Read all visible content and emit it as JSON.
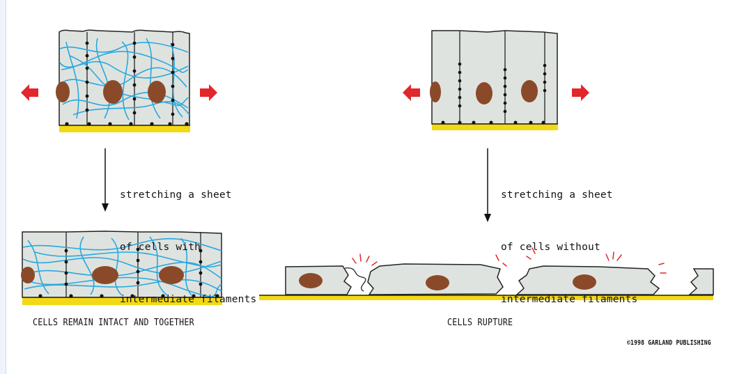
{
  "left_panel": {
    "description_lines": [
      "stretching a sheet",
      "of cells with",
      "intermediate filaments"
    ],
    "caption": "CELLS REMAIN INTACT AND TOGETHER"
  },
  "right_panel": {
    "description_lines": [
      "stretching a sheet",
      "of cells without",
      "intermediate filaments"
    ],
    "caption": "CELLS RUPTURE"
  },
  "copyright": "©1998 GARLAND PUBLISHING",
  "colors": {
    "cell_fill": "#dfe3df",
    "nucleus": "#8a4a2a",
    "filament": "#29a8df",
    "basal_lamina": "#f3d815",
    "arrow": "#e3262b",
    "junction": "#111111"
  }
}
